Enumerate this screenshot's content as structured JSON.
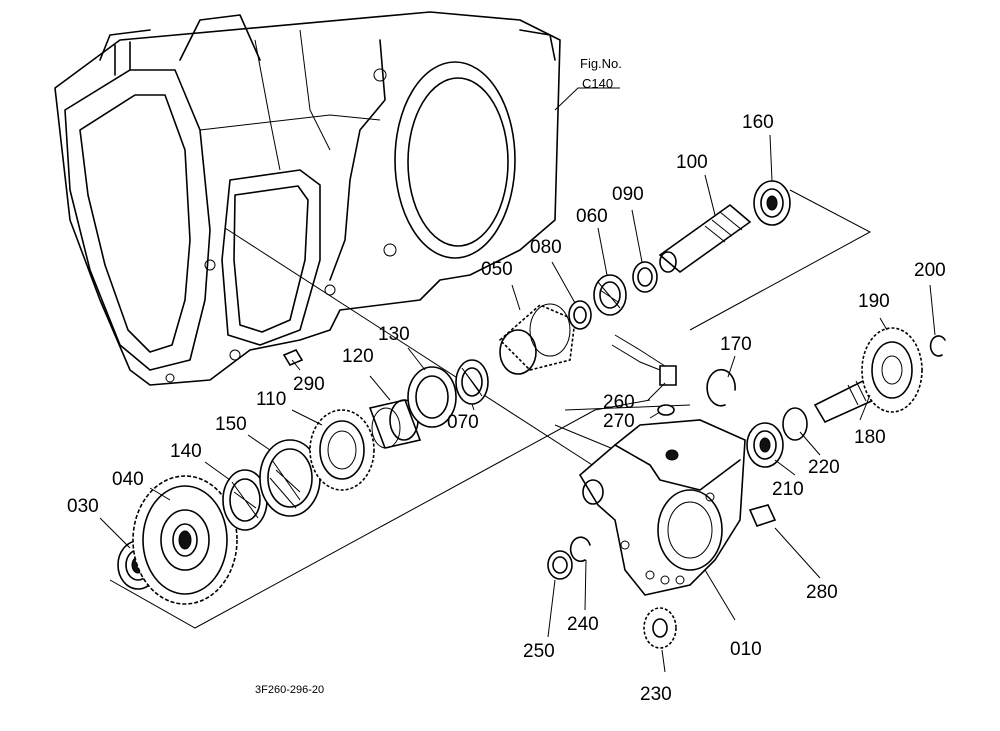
{
  "figure": {
    "label_line1": "Fig.No.",
    "label_line2": "C140"
  },
  "drawing_code": "3F260-296-20",
  "part_labels": {
    "p010": "010",
    "p030": "030",
    "p040": "040",
    "p050": "050",
    "p060": "060",
    "p070": "070",
    "p080": "080",
    "p090": "090",
    "p100": "100",
    "p110": "110",
    "p120": "120",
    "p130": "130",
    "p140": "140",
    "p150": "150",
    "p160": "160",
    "p170": "170",
    "p180": "180",
    "p190": "190",
    "p200": "200",
    "p210": "210",
    "p220": "220",
    "p230": "230",
    "p240": "240",
    "p250": "250",
    "p260": "260",
    "p270": "270",
    "p280": "280",
    "p290": "290"
  }
}
